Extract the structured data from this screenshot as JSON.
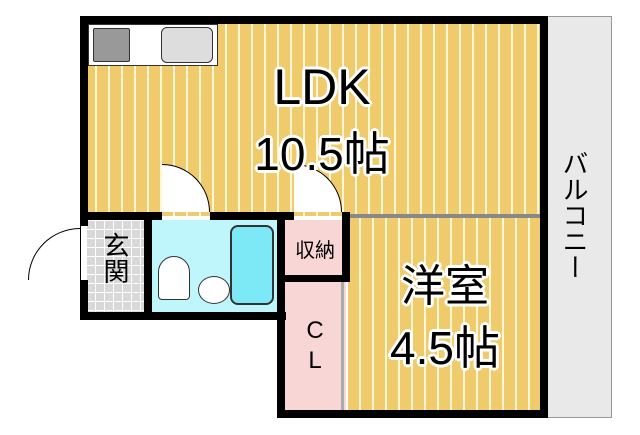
{
  "rooms": {
    "ldk": {
      "name": "LDK",
      "size": "10.5帖"
    },
    "western": {
      "name": "洋室",
      "size": "4.5帖"
    },
    "entrance": {
      "name": "玄関"
    },
    "storage": {
      "name": "収納"
    },
    "closet": {
      "name": "C\nL",
      "line1": "C",
      "line2": "L"
    },
    "balcony": {
      "name": "バルコニー"
    }
  },
  "colors": {
    "floor": "#efcb6c",
    "bath": "#bff6fb",
    "storage": "#f9d6d6",
    "entrance": "#d8d8d8",
    "balcony": "#e9e9e9"
  }
}
